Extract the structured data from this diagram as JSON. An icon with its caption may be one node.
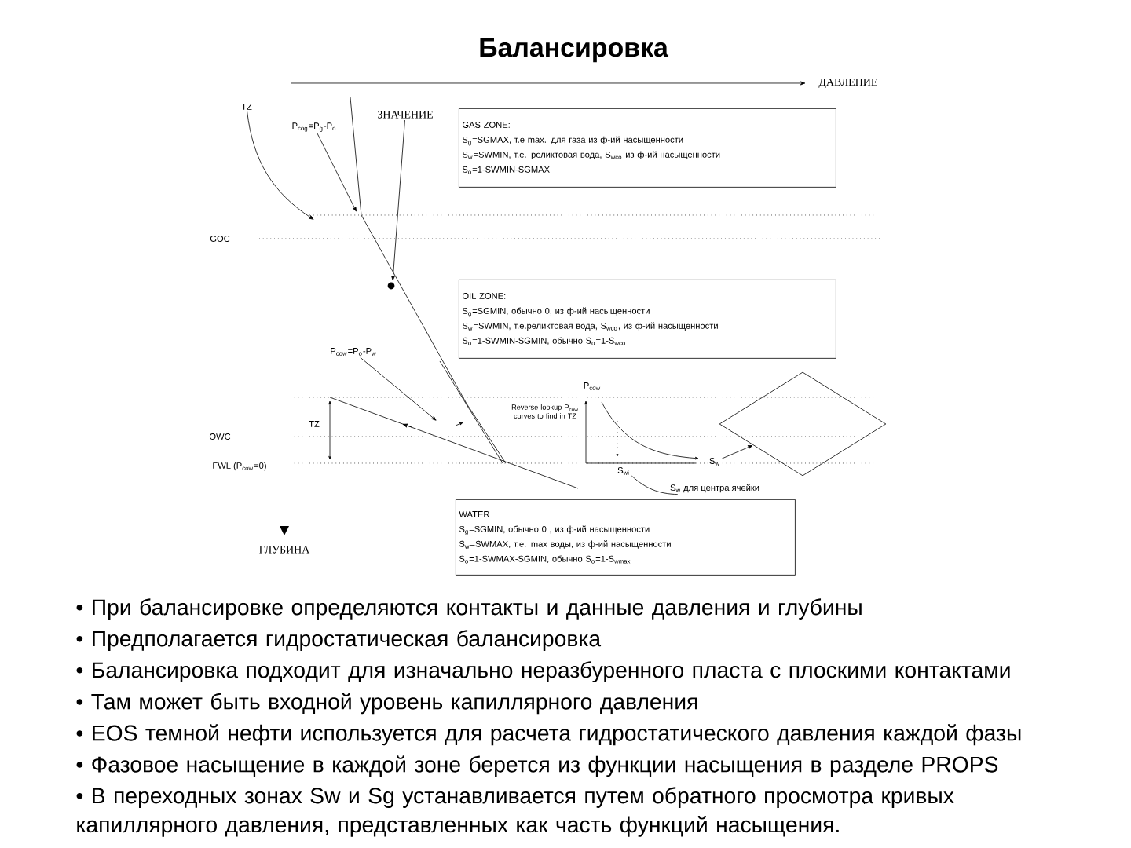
{
  "diagram": {
    "title": "Балансировка",
    "nodes": [
      {
        "text": [
          "GAS ZONE:",
          "S$_{g}$=SGMAX, т.е max. для газа из ф-ий насыщенности",
          "S$_{w}$=SWMIN, т.е. реликтовая вода, S$_{wco}$ из ф-ий насыщенности",
          "S$_{o}$=1-SWMIN-SGMAX"
        ]
      },
      {
        "text": [
          "OIL ZONE:",
          "S$_{g}$=SGMIN, обычно 0, из ф-ий насыщенности",
          "S$_{w}$=SWMIN, т.е.реликтовая вода, S$_{wco}$, из ф-ий насыщенности",
          "S$_{o}$=1-SWMIN-SGMIN, обычно S$_{o}$=1-S$_{wco}$"
        ]
      },
      {
        "text": [
          "WATER",
          "S$_{g}$=SGMIN, обычно 0 , из ф-ий насыщенности",
          "S$_{w}$=SWMAX, т.е. max воды, из ф-ий насыщенности",
          "S$_{o}$=1-SWMAX-SGMIN, обычно S$_{o}$=1-S$_{wmax}$"
        ]
      },
      {
        "text": [
          "TZ"
        ]
      },
      {
        "text": [
          "P$_{cog}$=P$_{g}$-P$_{o}$"
        ]
      },
      {
        "text": [
          "ЗНАЧЕНИЕ"
        ]
      },
      {
        "text": [
          "P$_{cow}$=P$_{o}$-P$_{w}$"
        ]
      },
      {
        "text": [
          "S$_{w}$"
        ]
      },
      {
        "text": [
          "S$_{w}$ для центра ячейки"
        ]
      },
      {
        "text": [],
        "shape": "diamond"
      },
      {
        "text": [
          "S$_{wi}$"
        ]
      }
    ],
    "edges": [
      {
        "from": 3,
        "to": null,
        "arrow": "to"
      },
      {
        "from": 4,
        "to": null,
        "arrow": "to"
      },
      {
        "from": 5,
        "to": null,
        "arrow": "to"
      },
      {
        "from": 6,
        "to": null,
        "arrow": "to"
      },
      {
        "from": 8,
        "to": 10,
        "arrow": "none"
      },
      {
        "from": 7,
        "to": 9,
        "arrow": "to"
      }
    ],
    "labels": [
      "ДАВЛЕНИЕ",
      "GOC",
      "TZ",
      "OWC",
      "FWL (P$_{cow}$=0)",
      "ГЛУБИНА",
      "P$_{cow}$",
      "Reverse lookup P$_{cow}$ curves to find in TZ",
      "• При балансировке определяются контакты и данные давления и глубины",
      "• Предполагается гидростатическая балансировка",
      "• Балансировка подходит для изначально неразбуренного пласта с плоскими контактами",
      "• Там может быть входной уровень капиллярного давления",
      "• EOS темной нефти используется для расчета гидростатического давления каждой фазы",
      "• Фазовое насыщение в каждой зоне берется из функции насыщения в разделе PROPS",
      "• В переходных зонах Sw и Sg устанавливается путем обратного просмотра кривых капиллярного давления, представленных как часть функций насыщения."
    ]
  }
}
